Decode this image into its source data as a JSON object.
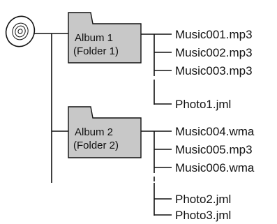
{
  "disc": {
    "icon": "cd-disc-icon"
  },
  "folders": [
    {
      "title": "Album 1",
      "subtitle": "(Folder 1)",
      "icon": "folder-icon",
      "files": [
        "Music001.mp3",
        "Music002.mp3",
        "Music003.mp3"
      ],
      "photos": [
        "Photo1.jml"
      ]
    },
    {
      "title": "Album 2",
      "subtitle": "(Folder 2)",
      "icon": "folder-icon",
      "files": [
        "Music004.wma",
        "Music005.mp3",
        "Music006.wma"
      ],
      "photos": [
        "Photo2.jml",
        "Photo3.jml"
      ]
    }
  ],
  "colors": {
    "folder_fill": "#c8c8c8",
    "line": "#111111"
  }
}
